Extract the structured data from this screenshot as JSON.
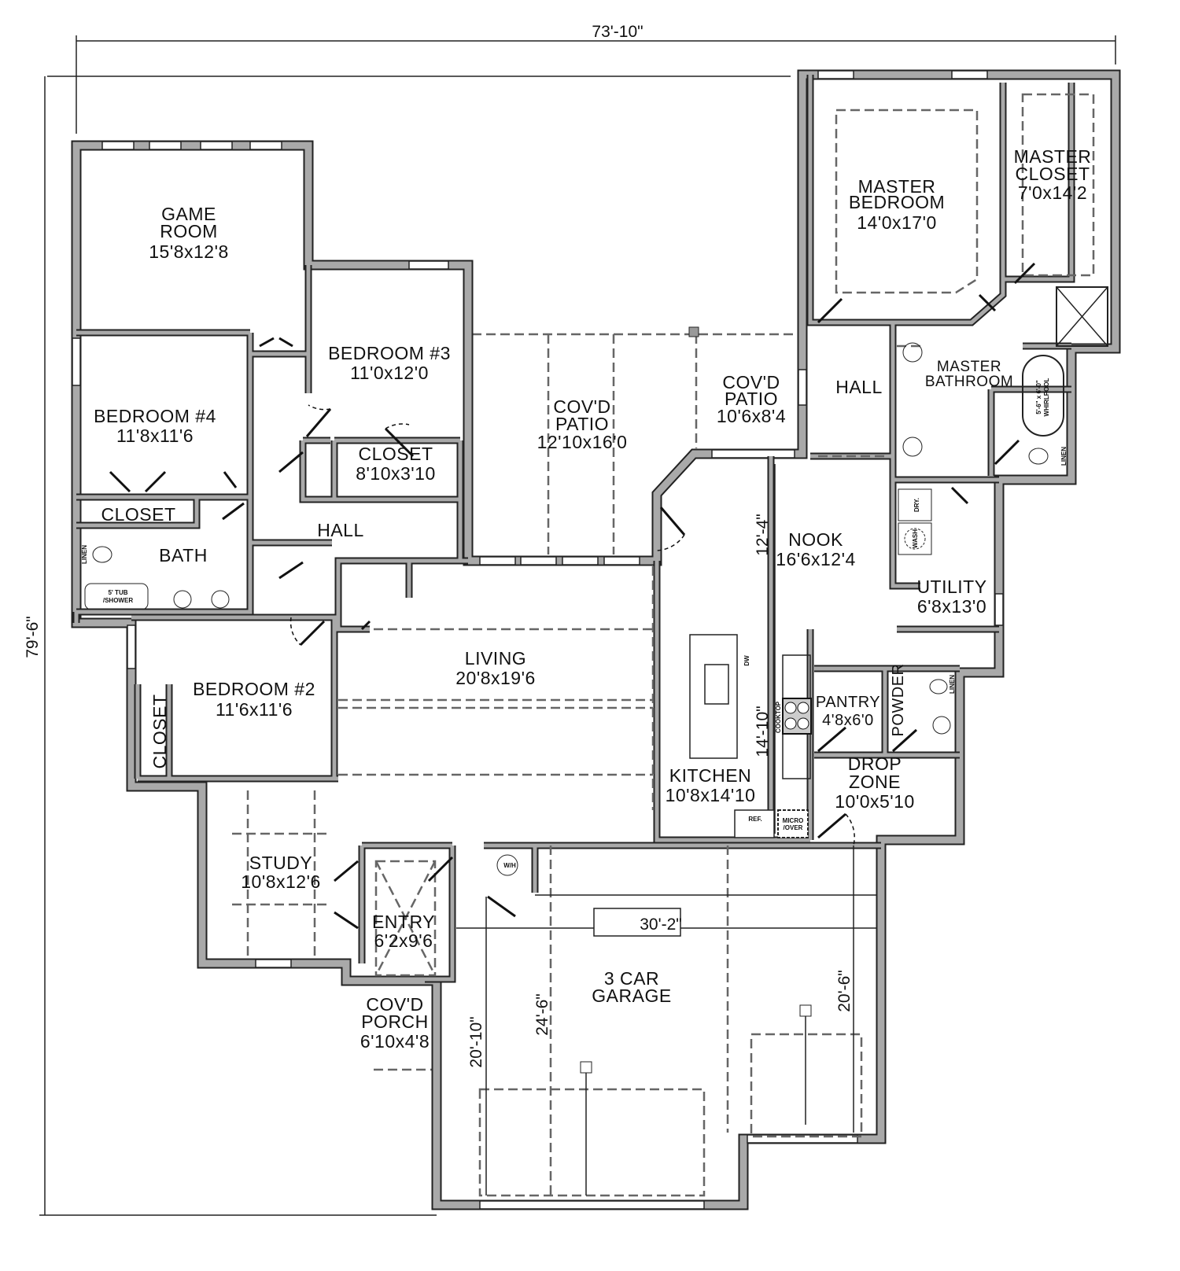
{
  "dimensions": {
    "overall_width": "73'-10\"",
    "overall_depth": "79'-6\"",
    "nook_depth": "12'-4\"",
    "kitchen_depth": "14'-10\"",
    "garage_width": "30'-2\"",
    "garage_depth_center": "24'-6\"",
    "garage_depth_left": "20'-10\"",
    "garage_depth_right": "20'-6\""
  },
  "rooms": {
    "game_room": {
      "name1": "GAME",
      "name2": "ROOM",
      "size": "15'8x12'8"
    },
    "bedroom3": {
      "name": "BEDROOM #3",
      "size": "11'0x12'0"
    },
    "bedroom4": {
      "name": "BEDROOM #4",
      "size": "11'8x11'6"
    },
    "closet_hall": {
      "name": "CLOSET",
      "size": "8'10x3'10"
    },
    "closet_bed4": {
      "name": "CLOSET"
    },
    "hall_left": {
      "name": "HALL"
    },
    "bath": {
      "name": "BATH"
    },
    "patio_main": {
      "name1": "COV'D",
      "name2": "PATIO",
      "size": "12'10x16'0"
    },
    "patio_side": {
      "name1": "COV'D",
      "name2": "PATIO",
      "size": "10'6x8'4"
    },
    "master_bedroom": {
      "name1": "MASTER",
      "name2": "BEDROOM",
      "size": "14'0x17'0"
    },
    "master_closet": {
      "name1": "MASTER",
      "name2": "CLOSET",
      "size": "7'0x14'2"
    },
    "hall_master": {
      "name": "HALL"
    },
    "master_bathroom": {
      "name1": "MASTER",
      "name2": "BATHROOM"
    },
    "nook": {
      "name": "NOOK",
      "size": "16'6x12'4"
    },
    "utility": {
      "name": "UTILITY",
      "size": "6'8x13'0"
    },
    "living": {
      "name": "LIVING",
      "size": "20'8x19'6"
    },
    "bedroom2": {
      "name": "BEDROOM #2",
      "size": "11'6x11'6"
    },
    "closet_bed2": {
      "name": "CLOSET"
    },
    "pantry": {
      "name": "PANTRY",
      "size": "4'8x6'0"
    },
    "powder": {
      "name": "POWDER"
    },
    "kitchen": {
      "name": "KITCHEN",
      "size": "10'8x14'10"
    },
    "drop_zone": {
      "name1": "DROP",
      "name2": "ZONE",
      "size": "10'0x5'10"
    },
    "study": {
      "name": "STUDY",
      "size": "10'8x12'6"
    },
    "entry": {
      "name": "ENTRY",
      "size": "6'2x9'6"
    },
    "garage": {
      "name1": "3 CAR",
      "name2": "GARAGE"
    },
    "porch": {
      "name1": "COV'D",
      "name2": "PORCH",
      "size": "6'10x4'8"
    }
  },
  "fixtures": {
    "ref": "REF.",
    "micro1": "MICRO",
    "micro2": "/OVER",
    "cooktop": "COOKTOP",
    "dw": "DW",
    "dryer": "DRY.",
    "washer": "WASH",
    "water_heater": "W/H",
    "linen": "LINEN",
    "tub1": "5' TUB",
    "tub2": "/SHOWER",
    "whirlpool1": "5'-6\" x 6'-0\"",
    "whirlpool2": "WHIRLPOOL"
  }
}
